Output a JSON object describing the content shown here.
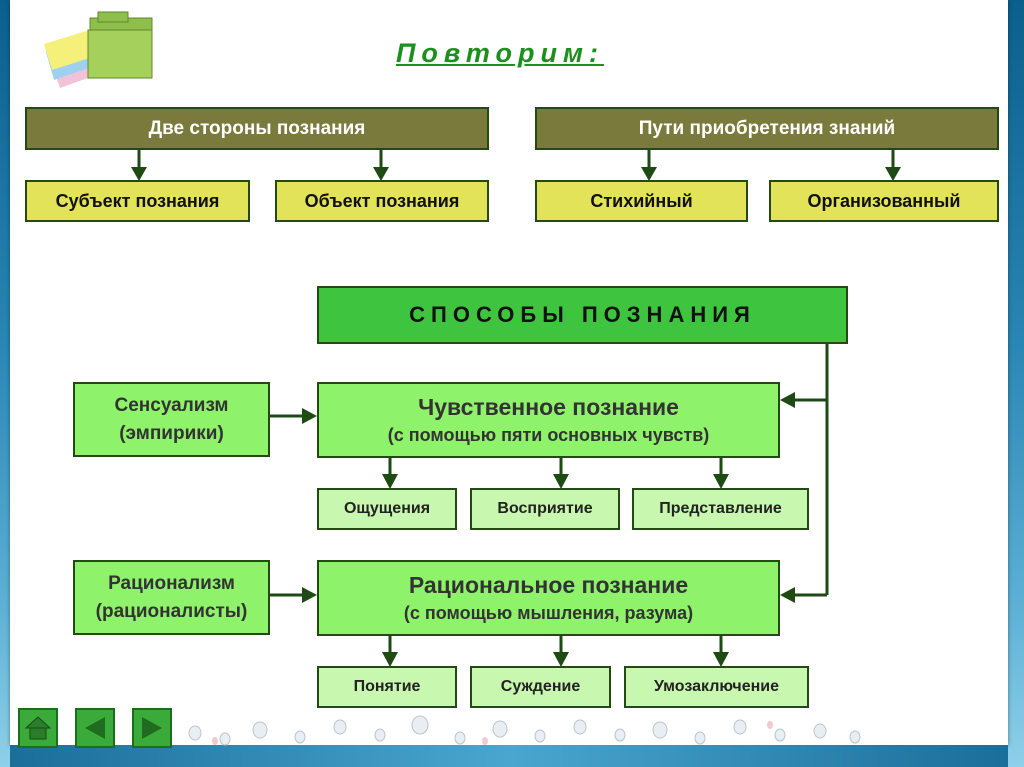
{
  "title": "Повторим:",
  "two_sides": {
    "header": "Две стороны познания",
    "left": "Субъект познания",
    "right": "Объект познания"
  },
  "ways": {
    "header": "Пути приобретения знаний",
    "left": "Стихийный",
    "right": "Организованный"
  },
  "methods": {
    "header": "СПОСОБЫ ПОЗНАНИЯ",
    "sensual": {
      "title": "Чувственное познание",
      "subtitle": "(с помощью пяти основных чувств)",
      "side_line1": "Сенсуализм",
      "side_line2": "(эмпирики)",
      "items": [
        "Ощущения",
        "Восприятие",
        "Представление"
      ]
    },
    "rational": {
      "title": "Рациональное познание",
      "subtitle": "(с помощью мышления, разума)",
      "side_line1": "Рационализм",
      "side_line2": "(рационалисты)",
      "items": [
        "Понятие",
        "Суждение",
        "Умозаключение"
      ]
    }
  },
  "nav": {
    "home_icon": "home-icon",
    "back_icon": "arrow-left-icon",
    "forward_icon": "arrow-right-icon"
  },
  "colors": {
    "title": "#1d8f1d",
    "dark_box": "#7a7a3c",
    "yellow_box": "#e3e35a",
    "green_header": "#3fc43f",
    "light_green": "#8ef26a",
    "pale_green": "#c8f8b0"
  }
}
